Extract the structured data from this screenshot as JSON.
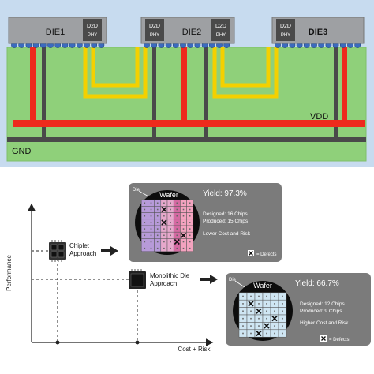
{
  "interposer": {
    "dies": [
      {
        "name": "DIE1",
        "phy": [
          "D2D",
          "PHY"
        ]
      },
      {
        "name": "DIE2",
        "phy": [
          "D2D",
          "PHY"
        ]
      },
      {
        "name": "DIE3",
        "phy": [
          "D2D",
          "PHY"
        ]
      }
    ],
    "vdd_label": "VDD",
    "gnd_label": "GND",
    "colors": {
      "background": "#c7dbef",
      "substrate": "#8fd07a",
      "vdd": "#ee2a1d",
      "gnd": "#4a4a4a",
      "signal": "#f4d000",
      "die": "#9ea0a3",
      "bump": "#3b6bbf"
    }
  },
  "chart": {
    "y_axis_label": "Performance",
    "x_axis_label": "Cost + Risk",
    "chiplet_label": [
      "Chiplet",
      "Approach"
    ],
    "monolithic_label": [
      "Monolithic Die",
      "Approach"
    ]
  },
  "wafer_panels": [
    {
      "die_label": "Die",
      "title": "Wafer",
      "yield": "Yield: 97.3%",
      "designed": "Designed: 16 Chips",
      "produced": "Produced: 15 Chips",
      "note": "Lower Cost and Risk",
      "legend": "= Defects"
    },
    {
      "die_label": "Die",
      "title": "Wafer",
      "yield": "Yield: 66.7%",
      "designed": "Designed: 12 Chips",
      "produced": "Produced: 9 Chips",
      "note": "Higher Cost and Risk",
      "legend": "= Defects"
    }
  ]
}
